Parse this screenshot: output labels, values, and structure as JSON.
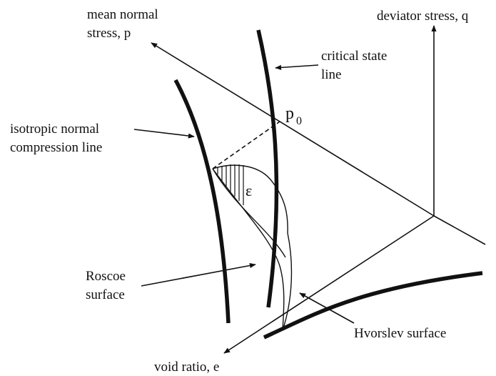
{
  "diagram": {
    "labels": {
      "mean_normal_stress_line1": "mean normal",
      "mean_normal_stress_line2": "stress, p",
      "deviator_stress": "deviator stress, q",
      "critical_state_line1": "critical state",
      "critical_state_line2": "line",
      "p0_symbol": "p",
      "p0_subscript": "0",
      "isotropic_line1": "isotropic normal",
      "isotropic_line2": "compression line",
      "epsilon": "ε",
      "roscoe_line1": "Roscoe",
      "roscoe_line2": "surface",
      "hvorslev": "Hvorslev surface",
      "void_ratio": "void ratio, e"
    },
    "colors": {
      "ink": "#111111",
      "background": "#ffffff"
    }
  }
}
